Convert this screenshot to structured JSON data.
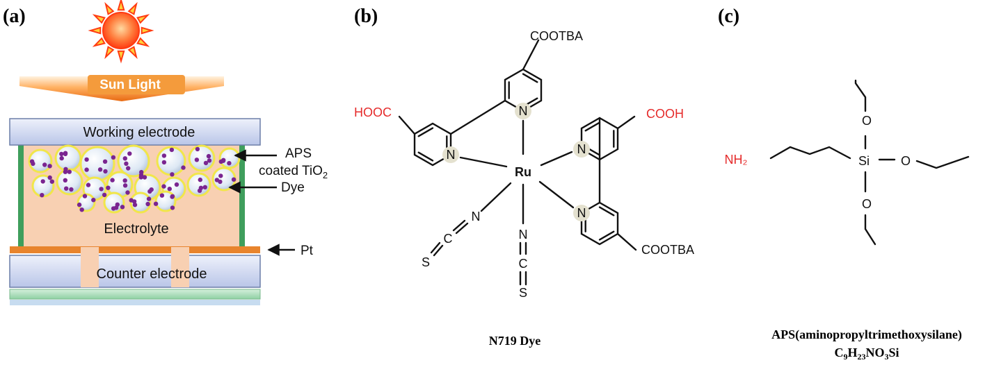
{
  "panels": {
    "a": {
      "label": "(a)",
      "sunlight": "Sun Light",
      "working_electrode": "Working electrode",
      "aps_line1": "APS",
      "aps_line2": "coated TiO",
      "aps_sub": "2",
      "dye": "Dye",
      "electrolyte": "Electrolyte",
      "pt": "Pt",
      "counter_electrode": "Counter electrode",
      "colors": {
        "sun": "#ff3b12",
        "electrode": "#c8d2ee",
        "electrolyte": "#f8d0b2",
        "pt": "#e8842d",
        "dye": "#7a2590",
        "particle_rim": "#f1e64a",
        "wall": "#3f9e5c"
      }
    },
    "b": {
      "label": "(b)",
      "top_group": "COOTBA",
      "left_group": "HOOC",
      "right_group": "COOH",
      "bottom_group": "COOTBA",
      "metal": "Ru",
      "n": "N",
      "c": "C",
      "s": "S",
      "caption": "N719 Dye",
      "colors": {
        "acid": "#e52b2b"
      }
    },
    "c": {
      "label": "(c)",
      "amine": "NH₂",
      "si": "Si",
      "o": "O",
      "caption": "APS(aminopropyltrimethoxysilane)",
      "formula_parts": [
        "C",
        "9",
        "H",
        "23",
        "NO",
        "3",
        "Si"
      ]
    }
  }
}
